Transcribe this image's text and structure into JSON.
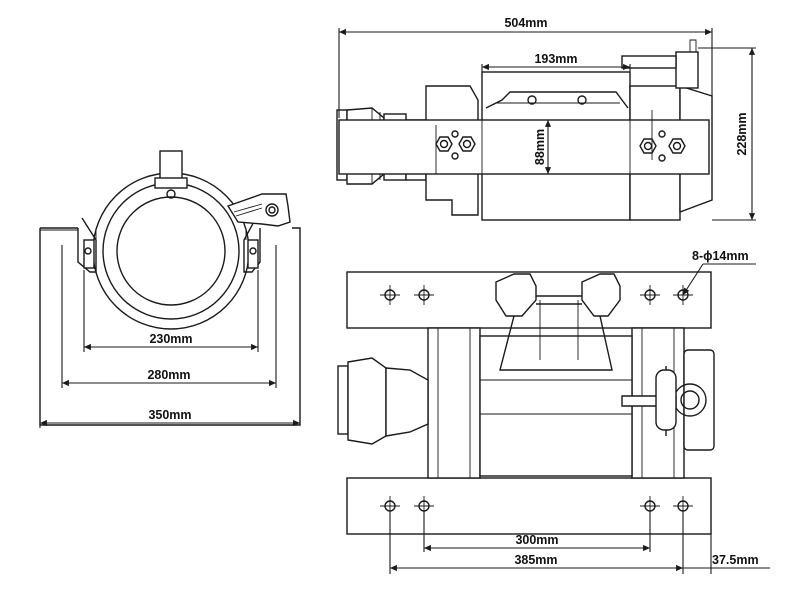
{
  "dimensions": {
    "overall_length": "504mm",
    "drum_length": "193mm",
    "drum_diameter": "88mm",
    "overall_height": "228mm",
    "hole_spec": "8-ϕ14mm",
    "mount_inner": "230mm",
    "mount_middle": "280mm",
    "mount_outer": "350mm",
    "bolt_spacing_inner": "300mm",
    "bolt_spacing_outer": "385mm",
    "edge_offset": "37.5mm"
  }
}
